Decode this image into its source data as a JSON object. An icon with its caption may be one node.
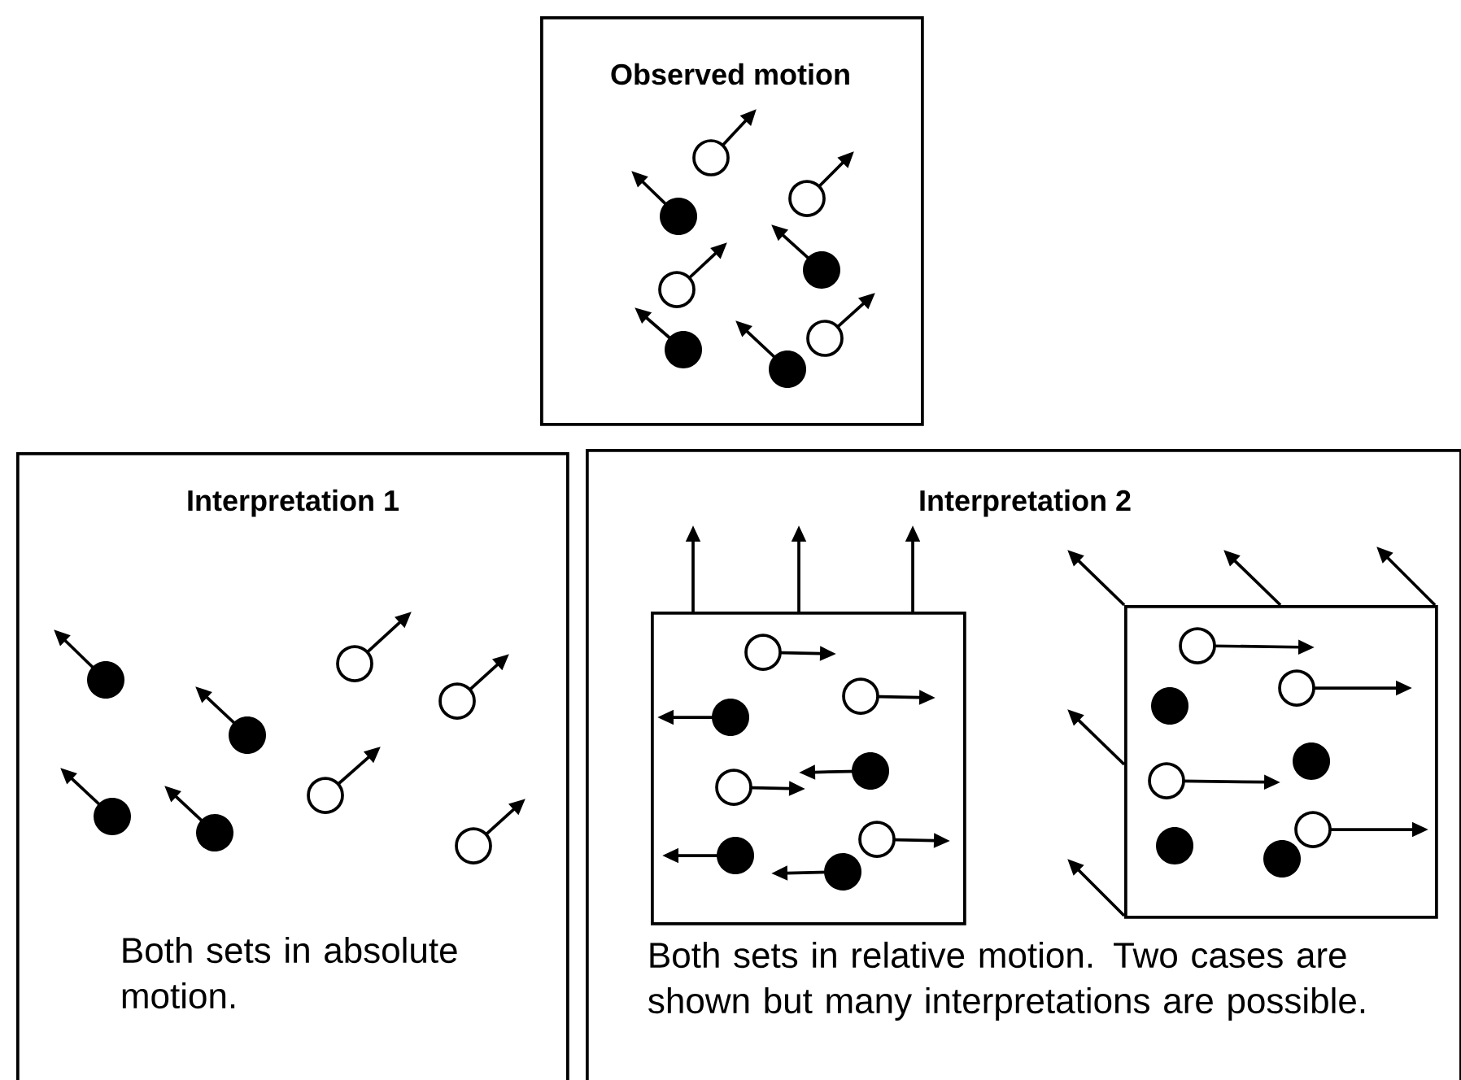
{
  "diagram": {
    "nodes": [
      {
        "text": [
          "Observed motion"
        ]
      },
      {
        "text": [
          "Interpretation 1",
          "Both sets in absolute motion."
        ]
      },
      {
        "text": [
          "Interpretation 2",
          "Both sets in relative motion. Two cases are shown but many interpretations are possible."
        ]
      },
      {
        "text": [],
        "shape": "box",
        "in": 2
      },
      {
        "text": [],
        "shape": "box",
        "in": 2
      }
    ]
  }
}
